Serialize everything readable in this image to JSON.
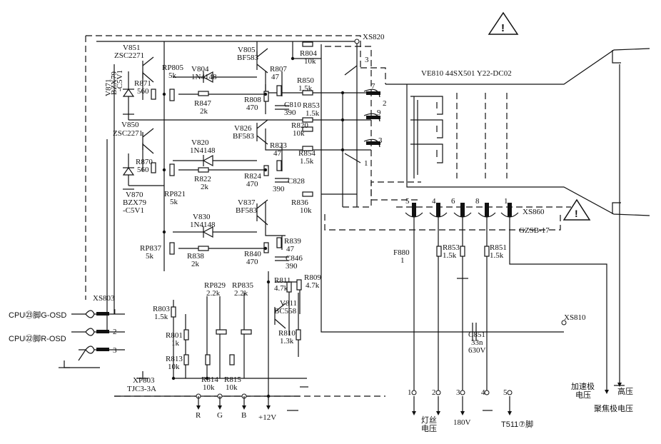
{
  "connectors": {
    "xs820": "XS820",
    "xs860": "XS860",
    "xs803": "XS803",
    "xs810": "XS810",
    "xp803": "XP803",
    "xp803_part": "TJC3-3A",
    "gzsb": "GZSB-17",
    "crt": "VE810 44SX501 Y22-DC02"
  },
  "transistors": [
    {
      "ref": "V851",
      "type": "ZSC2271"
    },
    {
      "ref": "V850",
      "type": "ZSC2271"
    },
    {
      "ref": "V805",
      "type": "BF583"
    },
    {
      "ref": "V826",
      "type": "BF583"
    },
    {
      "ref": "V837",
      "type": "BF583"
    },
    {
      "ref": "V811",
      "type": "BC558"
    }
  ],
  "diodes": [
    {
      "ref": "V804",
      "type": "1N4148"
    },
    {
      "ref": "V820",
      "type": "1N4148"
    },
    {
      "ref": "V830",
      "type": "1N4148"
    },
    {
      "ref": "V871",
      "type": "BZX79",
      "extra": "-C5V1"
    },
    {
      "ref": "V870",
      "type": "BZX79",
      "extra": "-C5V1"
    }
  ],
  "resistors": [
    {
      "ref": "R804",
      "value": "10k"
    },
    {
      "ref": "R807",
      "value": "47"
    },
    {
      "ref": "R808",
      "value": "470"
    },
    {
      "ref": "R850",
      "value": "1.5k"
    },
    {
      "ref": "R847",
      "value": "2k"
    },
    {
      "ref": "R871",
      "value": "560"
    },
    {
      "ref": "RP805",
      "value": "5k"
    },
    {
      "ref": "R853a",
      "label": "R853",
      "value": "1.5k"
    },
    {
      "ref": "R820",
      "value": "10k"
    },
    {
      "ref": "R823",
      "value": "47"
    },
    {
      "ref": "R854",
      "value": "1.5k"
    },
    {
      "ref": "R824",
      "value": "470"
    },
    {
      "ref": "R822",
      "value": "2k"
    },
    {
      "ref": "RP821",
      "value": "5k"
    },
    {
      "ref": "R870",
      "value": "560"
    },
    {
      "ref": "R836",
      "value": "10k"
    },
    {
      "ref": "R839",
      "value": "47"
    },
    {
      "ref": "R840",
      "value": "470"
    },
    {
      "ref": "R838",
      "value": "2k"
    },
    {
      "ref": "RP837",
      "value": "5k"
    },
    {
      "ref": "RP829",
      "value": "2.2k"
    },
    {
      "ref": "RP835",
      "value": "2.2k"
    },
    {
      "ref": "R811",
      "value": "4.7k"
    },
    {
      "ref": "R809",
      "value": "4.7k"
    },
    {
      "ref": "R803",
      "value": "1.5k"
    },
    {
      "ref": "R801",
      "value": "1k"
    },
    {
      "ref": "R813",
      "value": "10k"
    },
    {
      "ref": "R814",
      "value": "10k"
    },
    {
      "ref": "R815",
      "value": "10k"
    },
    {
      "ref": "R810",
      "value": "1.3k"
    },
    {
      "ref": "R853b",
      "label": "R853",
      "value": "1.5k"
    },
    {
      "ref": "R851",
      "value": "1.5k"
    },
    {
      "ref": "F880",
      "value": "1"
    }
  ],
  "capacitors": [
    {
      "ref": "C810",
      "value": "390"
    },
    {
      "ref": "C828",
      "value": "390"
    },
    {
      "ref": "C846",
      "value": "390"
    },
    {
      "ref": "C851",
      "value": "33n",
      "extra": "630V"
    }
  ],
  "inputs": {
    "cpu_g": "CPU㉓脚G-OSD",
    "cpu_r": "CPU㉒脚R-OSD",
    "r": "R",
    "g": "G",
    "b": "B",
    "v12": "+12V"
  },
  "bottom_labels": {
    "filament1": "灯丝",
    "filament2": "电压",
    "v180": "180V",
    "t511": "T511⑦脚",
    "accel1": "加速极",
    "accel2": "电压",
    "focus": "聚焦极电压",
    "hv": "高压"
  },
  "pins": {
    "xs820": [
      "3",
      "7",
      "2",
      "9",
      "3",
      "1"
    ],
    "xs860": [
      "5",
      "4",
      "6",
      "8",
      "1"
    ],
    "xs803": [
      "1",
      "2",
      "3"
    ],
    "xs810": [
      "1",
      "2",
      "3",
      "4",
      "5"
    ]
  },
  "warning_symbol": "!"
}
